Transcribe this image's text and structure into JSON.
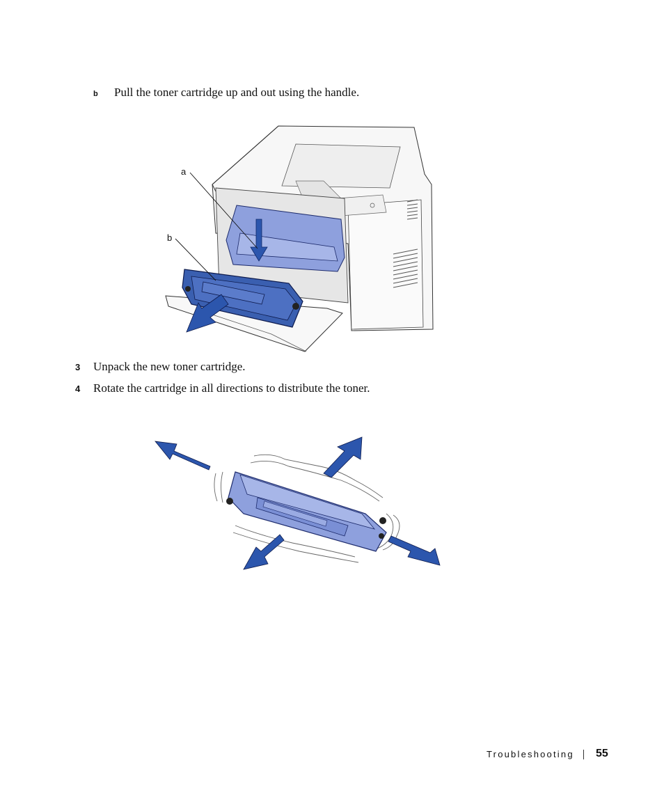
{
  "steps": {
    "b": {
      "marker": "b",
      "text": "Pull the toner cartridge up and out using the handle."
    },
    "three": {
      "marker": "3",
      "text": "Unpack the new toner cartridge."
    },
    "four": {
      "marker": "4",
      "text": "Rotate the cartridge in all directions to distribute the toner."
    }
  },
  "figure1": {
    "callout_a": "a",
    "callout_b": "b"
  },
  "footer": {
    "section": "Troubleshooting",
    "page_number": "55"
  },
  "colors": {
    "cartridge_blue": "#3a5fb0",
    "cartridge_light": "#7f93d4",
    "arrow_blue": "#2c56ad",
    "printer_gray": "#f4f4f4"
  }
}
